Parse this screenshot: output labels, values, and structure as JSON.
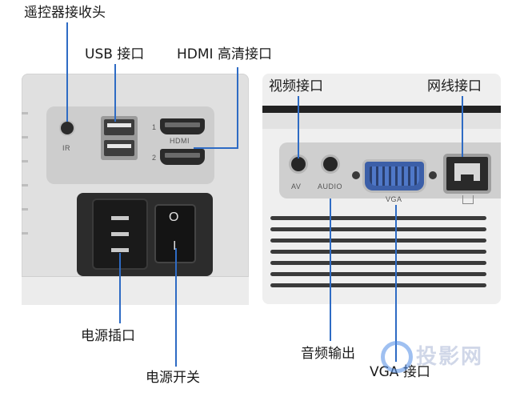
{
  "labels": {
    "ir_receiver": "遥控器接收头",
    "usb_port": "USB 接口",
    "hdmi_port": "HDMI 高清接口",
    "video_port": "视频接口",
    "network_port": "网线接口",
    "power_socket": "电源插口",
    "power_switch": "电源开关",
    "audio_output": "音频输出",
    "vga_port": "VGA 接口"
  },
  "panel_text": {
    "ir": "IR",
    "hdmi": "HDMI",
    "hdmi_1": "1",
    "hdmi_2": "2",
    "av": "AV",
    "audio": "AUDIO",
    "vga": "VGA",
    "switch_on": "O",
    "switch_off": "I"
  },
  "watermark": "投影网",
  "colors": {
    "callout_line": "#2e6bc4",
    "body": "#dcdcdc",
    "recess": "#cfcfcf"
  }
}
